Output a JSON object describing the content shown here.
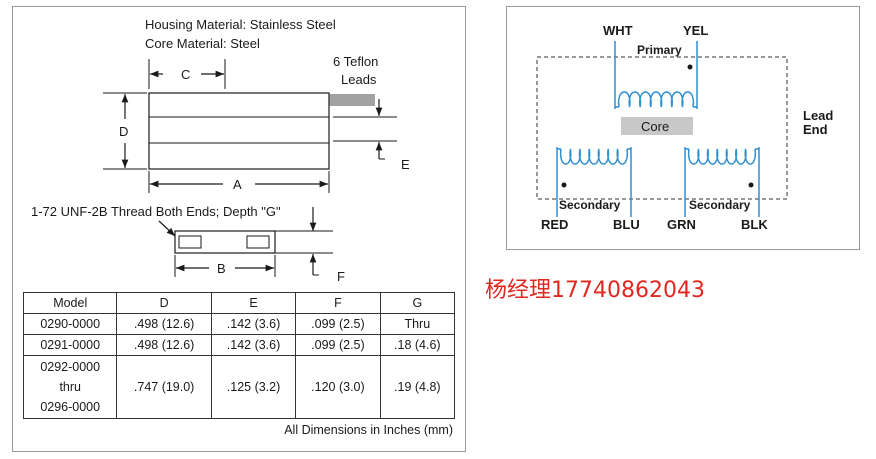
{
  "mechanical": {
    "housing_material": "Housing Material: Stainless Steel",
    "core_material": "Core Material: Steel",
    "leads_label_line1": "6 Teflon",
    "leads_label_line2": "Leads",
    "dim_c": "C",
    "dim_d": "D",
    "dim_a": "A",
    "dim_e": "E",
    "dim_b": "B",
    "dim_f": "F",
    "thread_note": "1-72 UNF-2B Thread Both Ends; Depth \"G\""
  },
  "table": {
    "headers": [
      "Model",
      "D",
      "E",
      "F",
      "G"
    ],
    "rows": [
      [
        "0290-0000",
        ".498 (12.6)",
        ".142 (3.6)",
        ".099 (2.5)",
        "Thru"
      ],
      [
        "0291-0000",
        ".498 (12.6)",
        ".142 (3.6)",
        ".099 (2.5)",
        ".18 (4.6)"
      ],
      [
        "0292-0000\nthru\n0296-0000",
        ".747 (19.0)",
        ".125 (3.2)",
        ".120 (3.0)",
        ".19 (4.8)"
      ]
    ],
    "note": "All Dimensions in Inches (mm)"
  },
  "wiring": {
    "wht": "WHT",
    "yel": "YEL",
    "primary": "Primary",
    "core": "Core",
    "lead_end_line1": "Lead",
    "lead_end_line2": "End",
    "secondary_left": "Secondary",
    "secondary_right": "Secondary",
    "red": "RED",
    "blu": "BLU",
    "grn": "GRN",
    "blk": "BLK",
    "colors": {
      "coil": "#2f8fd0",
      "core_fill": "#c8c8c8"
    }
  },
  "contact": "杨经理17740862043"
}
